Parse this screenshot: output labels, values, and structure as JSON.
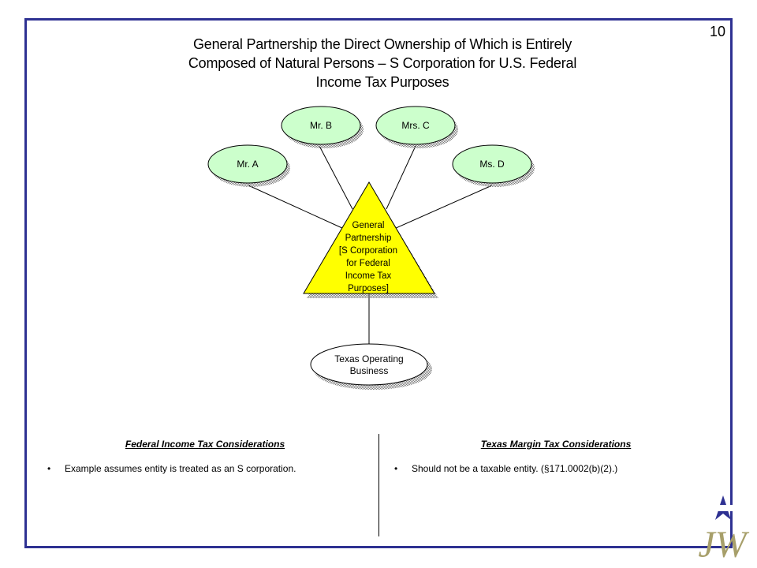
{
  "slide": {
    "number": "10",
    "title_lines": [
      "General Partnership the Direct Ownership of Which is Entirely",
      "Composed of Natural Persons – S Corporation for U.S. Federal",
      "Income Tax Purposes"
    ],
    "frame_color": "#2e3192"
  },
  "diagram": {
    "owners": [
      {
        "label": "Mr. A"
      },
      {
        "label": "Mr. B"
      },
      {
        "label": "Mrs. C"
      },
      {
        "label": "Ms. D"
      }
    ],
    "owner_fill": "#ccffcc",
    "entity": {
      "lines": [
        "General",
        "Partnership",
        "[S Corporation",
        "for Federal",
        "Income Tax",
        "Purposes]"
      ],
      "fill": "#ffff00"
    },
    "business": {
      "lines": [
        "Texas Operating",
        "Business"
      ],
      "fill": "#ffffff"
    }
  },
  "considerations": {
    "federal": {
      "heading": "Federal Income Tax Considerations",
      "bullet": "Example assumes entity is treated as an S corporation."
    },
    "texas": {
      "heading": "Texas Margin Tax Considerations",
      "bullet": "Should not be a taxable entity. (§171.0002(b)(2).)"
    }
  },
  "logo": {
    "letters": "JW",
    "star_color": "#2e3192",
    "letter_color": "#a79f6a"
  }
}
